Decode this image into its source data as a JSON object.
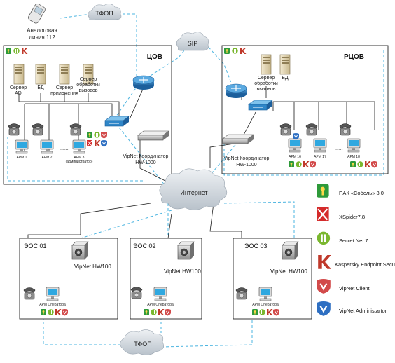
{
  "labels": {
    "phone_label": "Аналоговая\nлиния 112",
    "pstn_top": "ТФОП",
    "pstn_bottom": "ТФОП",
    "sip": "SIP",
    "internet": "Интернет",
    "tsov": "ЦОВ",
    "rtsov": "РЦОВ",
    "server_ad": "Сервер\nAD",
    "server_db": "БД",
    "server_app": "Сервер\nприложения",
    "server_calls": "Сервер\nобработки\nвызовов",
    "r_server_calls": "Сервер\nобработки\nвызовов",
    "r_server_db": "БД",
    "coord_left": "VipNet Координатор\nHW-1000",
    "coord_right": "VipNet Координатор\nHW-1000",
    "eos1": "ЭОС 01",
    "eos2": "ЭОС 02",
    "eos3": "ЭОС 03",
    "hw_1": "VipNet HW100",
    "hw_2": "VipNet HW100",
    "hw_3": "VipNet HW100",
    "arm1": "АРМ 1",
    "arm2": "АРМ 2",
    "arm3": "АРМ 3\n(администратор)",
    "arm16": "АРМ 16",
    "arm17": "АРМ 17",
    "arm18": "АРМ 18",
    "arm_op1": "АРМ Оператора",
    "arm_op2": "АРМ Оператора",
    "arm_op3": "АРМ Оператора",
    "dots": "......"
  },
  "legend": [
    {
      "icon": "sobol-icon",
      "label": "ПАК «Соболь» 3.0",
      "color": "#2e9a3a"
    },
    {
      "icon": "xspider-icon",
      "label": "XSpider7.8",
      "color": "#d42b2b"
    },
    {
      "icon": "secretnet-icon",
      "label": "Secret Net 7",
      "color": "#7ab72f"
    },
    {
      "icon": "kaspersky-icon",
      "label": "Kaspersky Endpoint Security",
      "color": "#c0392b"
    },
    {
      "icon": "vipnet-client-icon",
      "label": "VipNet Client",
      "color": "#c0392b"
    },
    {
      "icon": "vipnet-admin-icon",
      "label": "VipNet Administartor",
      "color": "#2e6fc2"
    }
  ],
  "colors": {
    "dashed": "#4bb4e0",
    "solid": "#1a1a1a",
    "router": "#2f86c8",
    "switch": "#2f86c8",
    "cloud": "#cfd6de"
  }
}
